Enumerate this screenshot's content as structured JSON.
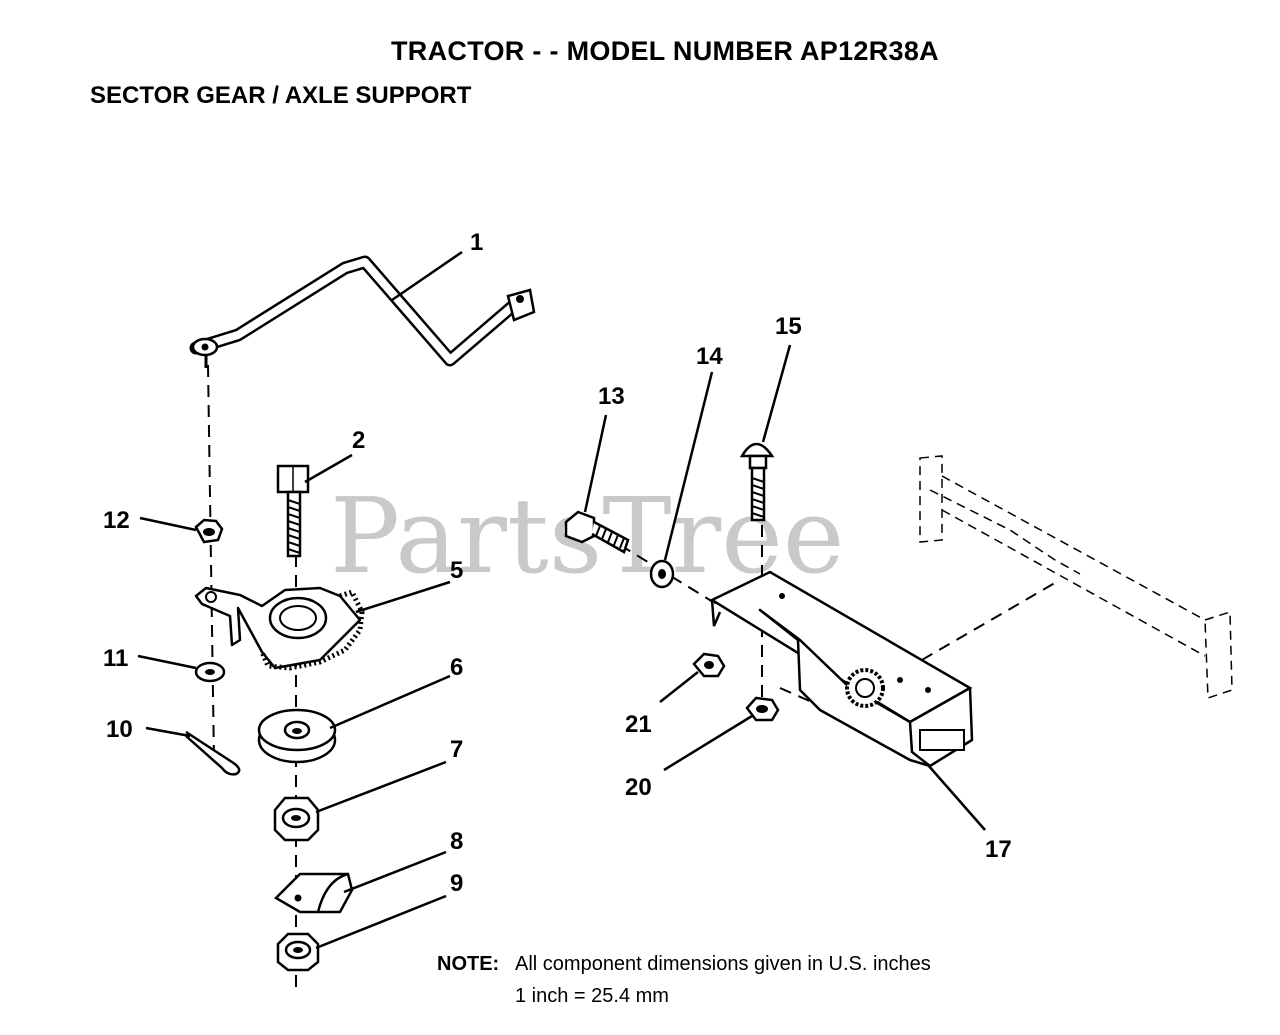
{
  "header": {
    "title": "TRACTOR - - MODEL NUMBER AP12R38A",
    "subtitle": "SECTOR GEAR / AXLE SUPPORT"
  },
  "watermark": "PartsTree",
  "callouts": {
    "c1": "1",
    "c2": "2",
    "c5": "5",
    "c6": "6",
    "c7": "7",
    "c8": "8",
    "c9": "9",
    "c10": "10",
    "c11": "11",
    "c12": "12",
    "c13": "13",
    "c14": "14",
    "c15": "15",
    "c17": "17",
    "c20": "20",
    "c21": "21"
  },
  "note": {
    "label": "NOTE:",
    "line1": "All component dimensions given in U.S. inches",
    "line2": "1 inch = 25.4 mm"
  }
}
